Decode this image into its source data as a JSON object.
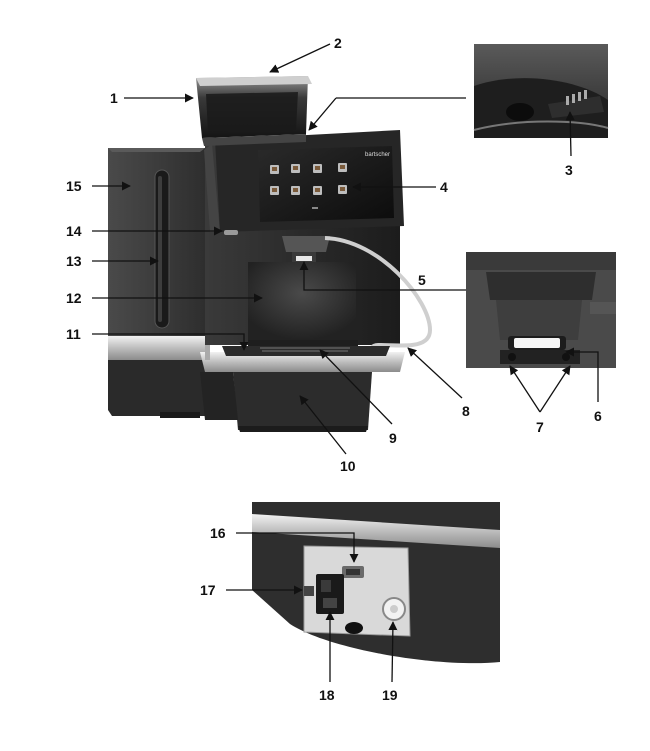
{
  "callouts": [
    "1",
    "2",
    "3",
    "4",
    "5",
    "6",
    "7",
    "8",
    "9",
    "10",
    "11",
    "12",
    "13",
    "14",
    "15",
    "16",
    "17",
    "18",
    "19"
  ],
  "display": {
    "brand": "bartscher"
  }
}
